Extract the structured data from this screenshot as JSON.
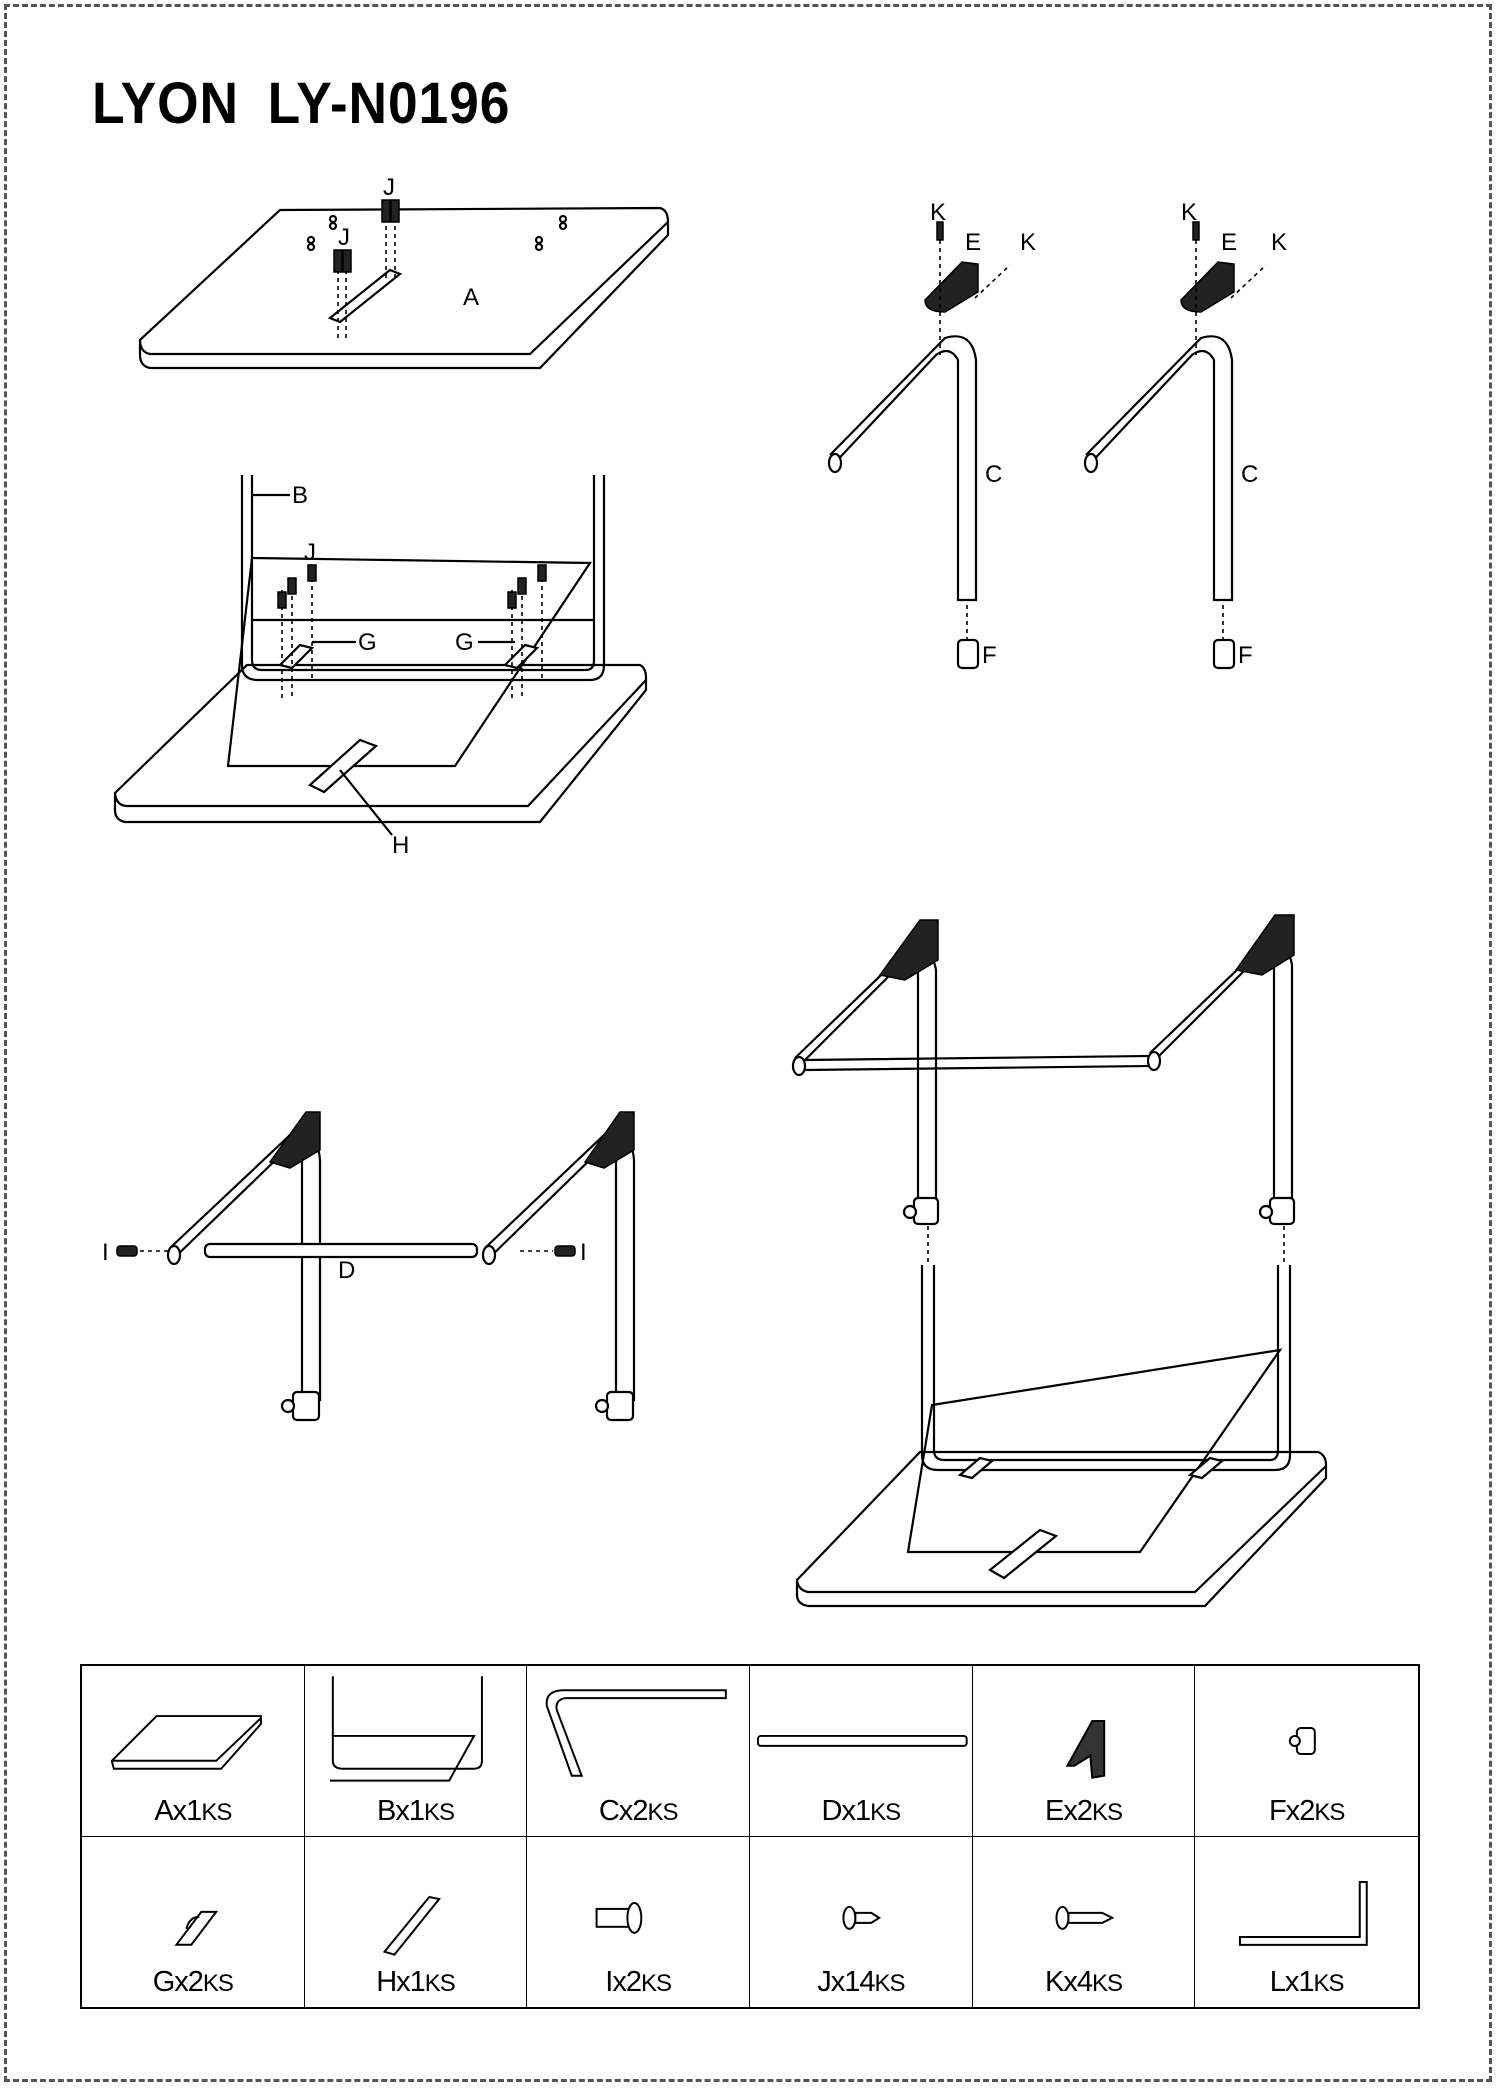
{
  "title": "LYON  LY-N0196",
  "step1": {
    "labels": {
      "part_a": "A",
      "screw_j1": "J",
      "screw_j2": "J"
    }
  },
  "step2": {
    "labels": {
      "part_b": "B",
      "part_g1": "G",
      "part_g2": "G",
      "part_h": "H",
      "screw_j": "J"
    }
  },
  "step3": {
    "labels": {
      "part_k": "K",
      "part_e": "E",
      "part_c": "C",
      "part_f": "F"
    }
  },
  "step4": {
    "labels": {
      "part_i": "I",
      "part_d": "D"
    }
  },
  "parts_list": [
    {
      "letter": "Ax",
      "qty": "1",
      "unit": "KS",
      "icon": "tabletop"
    },
    {
      "letter": "Bx",
      "qty": "1",
      "unit": "KS",
      "icon": "u-frame"
    },
    {
      "letter": "Cx",
      "qty": "2",
      "unit": "KS",
      "icon": "bent-leg"
    },
    {
      "letter": "Dx",
      "qty": "1",
      "unit": "KS",
      "icon": "rod"
    },
    {
      "letter": "Ex",
      "qty": "2",
      "unit": "KS",
      "icon": "bracket-cap"
    },
    {
      "letter": "Fx",
      "qty": "2",
      "unit": "KS",
      "icon": "foot-cap"
    },
    {
      "letter": "Gx",
      "qty": "2",
      "unit": "KS",
      "icon": "clamp"
    },
    {
      "letter": "Hx",
      "qty": "1",
      "unit": "KS",
      "icon": "hinge-plate"
    },
    {
      "letter": "Ix",
      "qty": "2",
      "unit": "KS",
      "icon": "bolt"
    },
    {
      "letter": "Jx",
      "qty": "14",
      "unit": "KS",
      "icon": "short-screw"
    },
    {
      "letter": "Kx",
      "qty": "4",
      "unit": "KS",
      "icon": "long-screw"
    },
    {
      "letter": "Lx",
      "qty": "1",
      "unit": "KS",
      "icon": "allen-key"
    }
  ]
}
